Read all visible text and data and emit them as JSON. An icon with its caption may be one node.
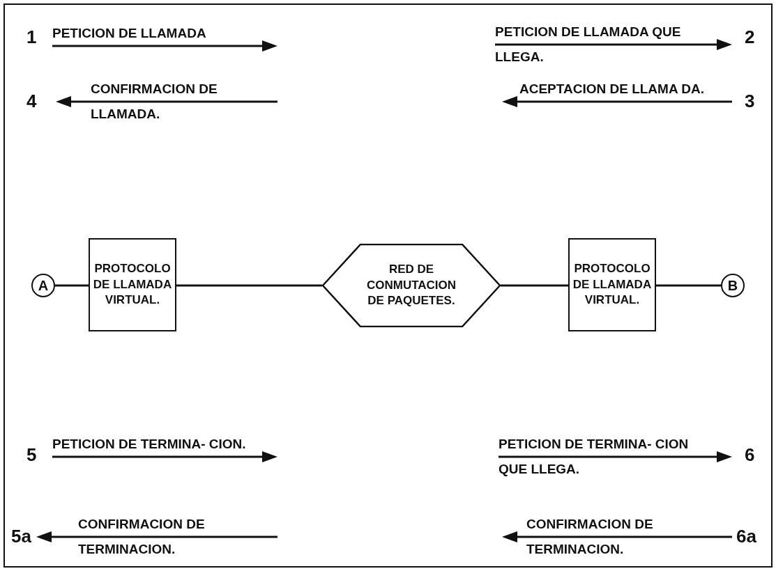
{
  "diagram": {
    "nodes": [
      {
        "text": [
          "A"
        ]
      },
      {
        "text": [
          "PROTOCOLO DE LLAMADA VIRTUAL."
        ]
      },
      {
        "text": [
          "RED DE CONMUTACION DE PAQUETES."
        ]
      },
      {
        "text": [
          "PROTOCOLO DE LLAMADA VIRTUAL."
        ]
      },
      {
        "text": [
          "B"
        ]
      }
    ],
    "edges": [
      {
        "from": 0,
        "to": 1,
        "arrow": "none"
      },
      {
        "from": 1,
        "to": 2,
        "arrow": "none"
      },
      {
        "from": 2,
        "to": 3,
        "arrow": "none"
      },
      {
        "from": 3,
        "to": 4,
        "arrow": "none"
      }
    ],
    "labels": [
      "1",
      "PETICION DE LLAMADA",
      "PETICION DE LLAMADA QUE LLEGA.",
      "2",
      "4",
      "CONFIRMACION DE LLAMADA.",
      "ACEPTACION DE LLAMA DA.",
      "3",
      "5",
      "PETICION DE TERMINA- CION.",
      "PETICION DE TERMINA- CION QUE LLEGA.",
      "6",
      "5a",
      "CONFIRMACION DE TERMINACION.",
      "CONFIRMACION DE TERMINACION.",
      "6a"
    ]
  }
}
